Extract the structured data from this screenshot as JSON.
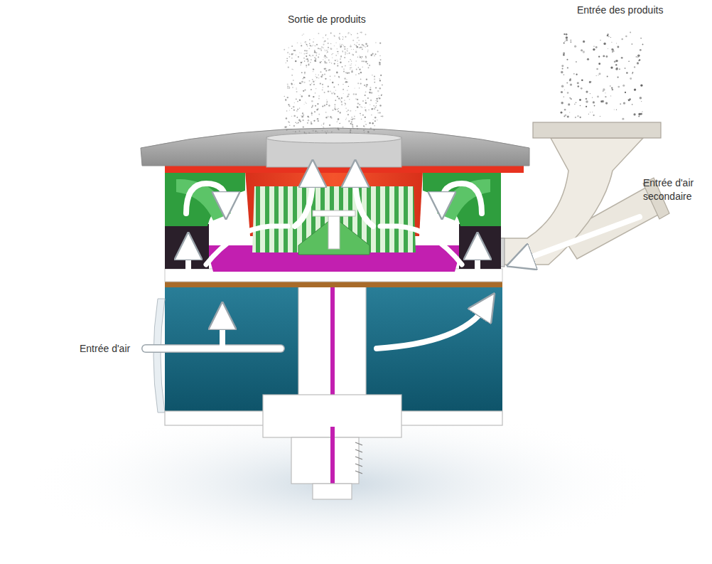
{
  "diagram": {
    "labels": [
      "Sortie de produits",
      "Entrée des produits",
      "Entrée d'air secondaire",
      "Entrée d'air"
    ]
  }
}
